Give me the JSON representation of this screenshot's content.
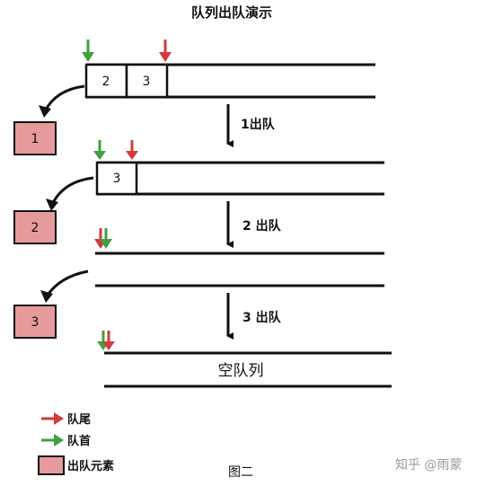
{
  "title": "队列出队演示",
  "steps": [
    "1出队",
    "2 出队",
    "3 出队"
  ],
  "queue_cells": {
    "row1": [
      "2",
      "3"
    ],
    "row2": [
      "3"
    ]
  },
  "dequeued": [
    "1",
    "2",
    "3"
  ],
  "empty_label": "空队列",
  "legend": {
    "tail": "队尾",
    "head": "队首",
    "dequeued_element": "出队元素"
  },
  "caption": "图二",
  "watermark": "知乎 @雨蒙",
  "colors": {
    "tail_arrow": "#d23b3b",
    "head_arrow": "#3fa03f",
    "dequeued_fill": "#e79a9a",
    "line": "#111111"
  }
}
